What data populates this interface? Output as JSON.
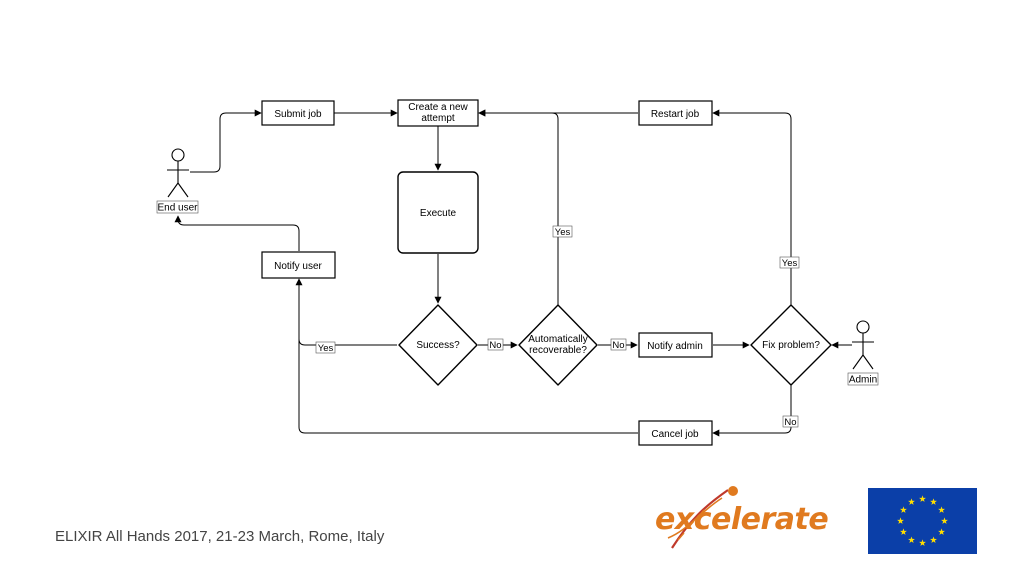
{
  "diagram": {
    "nodes": {
      "submit_job": "Submit job",
      "create_attempt_line1": "Create a new",
      "create_attempt_line2": "attempt",
      "restart_job": "Restart job",
      "execute": "Execute",
      "notify_user": "Notify user",
      "success": "Success?",
      "auto_recoverable_line1": "Automatically",
      "auto_recoverable_line2": "recoverable?",
      "notify_admin": "Notify admin",
      "fix_problem": "Fix problem?",
      "cancel_job": "Cancel job"
    },
    "actors": {
      "end_user": "End user",
      "admin": "Admin"
    },
    "edge_labels": {
      "success_yes": "Yes",
      "success_no": "No",
      "recoverable_yes": "Yes",
      "recoverable_no": "No",
      "fix_yes": "Yes",
      "fix_no": "No"
    }
  },
  "footer": {
    "text": "ELIXIR All Hands 2017, 21-23 March, Rome, Italy"
  },
  "logos": {
    "excelerate": "excelerate",
    "eu_flag_colors": {
      "background": "#0b3fa8",
      "stars": "#ffdd00"
    },
    "excelerate_colors": {
      "text": "#e07a1f",
      "helix_red": "#c0392b"
    }
  }
}
